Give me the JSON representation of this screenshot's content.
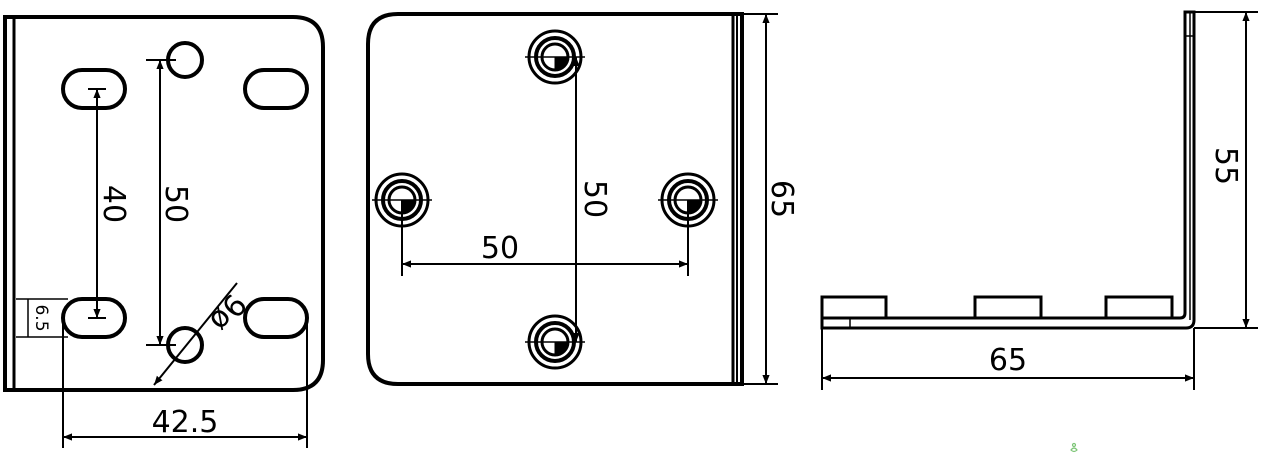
{
  "views": {
    "front": {
      "dims": {
        "slot_spacing": "40",
        "hole_spacing": "50",
        "hole_diameter": "9ø",
        "edge_offset": "6.5",
        "width": "42.5"
      }
    },
    "top": {
      "dims": {
        "vertical_spacing": "50",
        "horizontal_spacing": "50",
        "height": "65"
      }
    },
    "side": {
      "dims": {
        "height": "55",
        "length": "65"
      }
    }
  },
  "colors": {
    "line": "#000000",
    "background": "#ffffff",
    "watermark": "#7cc576"
  }
}
